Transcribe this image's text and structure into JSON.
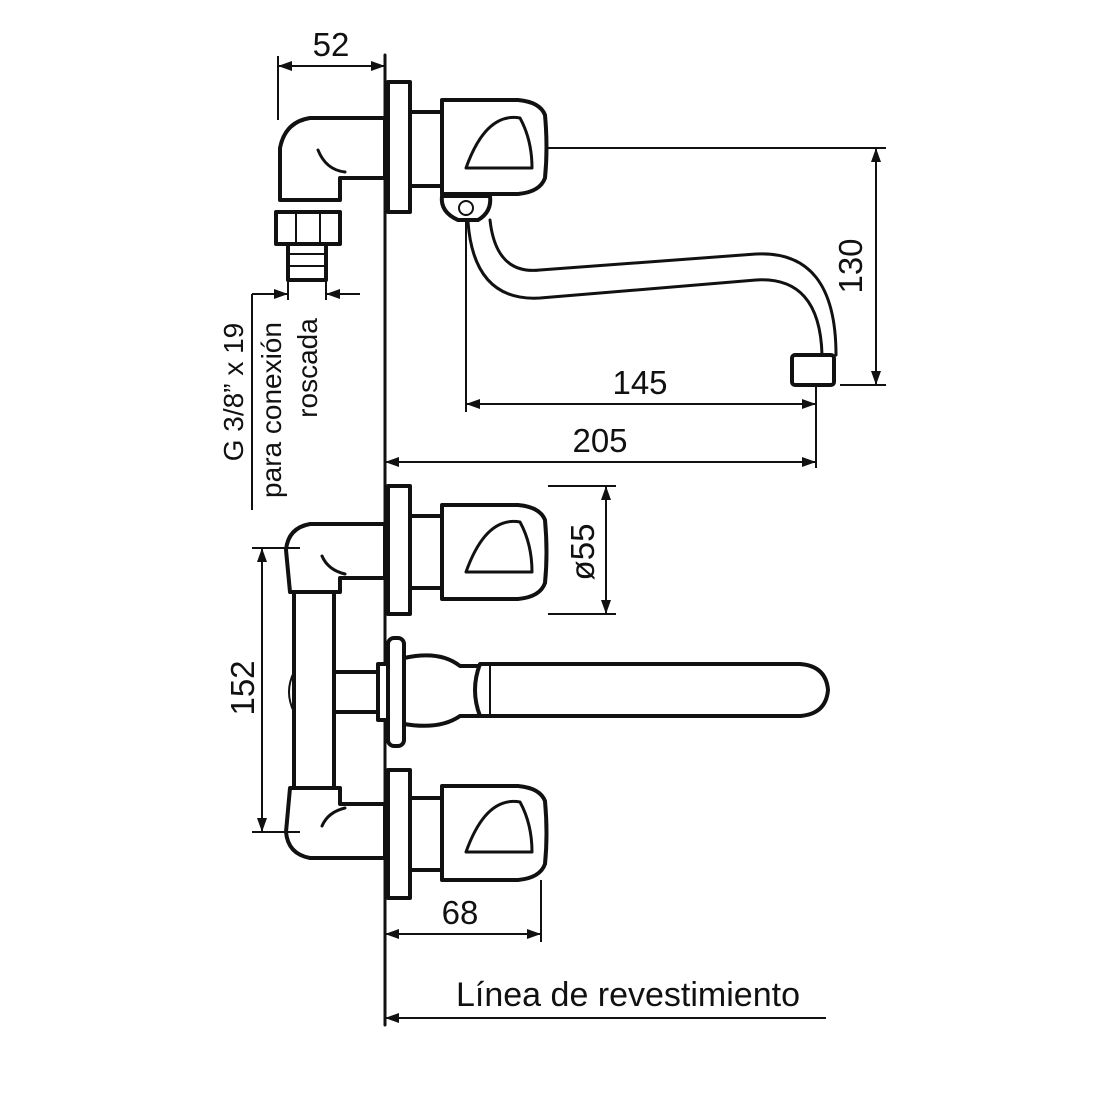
{
  "dimensions": {
    "top_connector_depth": "52",
    "spout_height": "130",
    "spout_reach_from_valve": "145",
    "spout_reach_from_wall": "205",
    "handle_diameter": "ø55",
    "valve_spacing": "152",
    "valve_projection": "68"
  },
  "thread_note": {
    "line1": "G 3/8” x 19",
    "line2": "para conexión",
    "line3": "roscada"
  },
  "wall_line_label": "Línea de revestimiento",
  "colors": {
    "stroke": "#111111",
    "background": "#ffffff"
  }
}
